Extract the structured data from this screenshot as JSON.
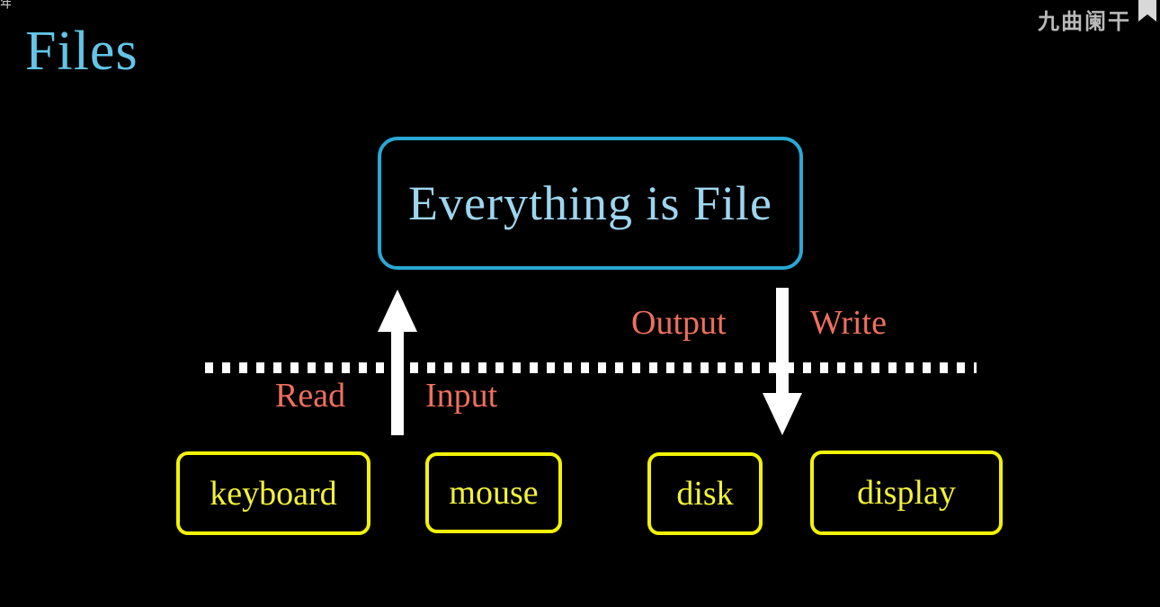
{
  "slide": {
    "background_color": "#000000",
    "title": "Files",
    "title_color": "#63c5e8"
  },
  "corner": {
    "glyph": "年"
  },
  "watermark": {
    "text": "九曲阑干",
    "color": "#b9b9b9",
    "mark_icon": "bookmark-icon"
  },
  "diagram": {
    "top_node": {
      "label": "Everything is File",
      "border_color": "#29a8d4",
      "text_color": "#9ed5ef"
    },
    "divider": {
      "style": "dotted",
      "color": "#ffffff"
    },
    "arrows": [
      {
        "name": "input-arrow",
        "direction": "up",
        "color": "#ffffff",
        "labels": [
          "Read",
          "Input"
        ]
      },
      {
        "name": "output-arrow",
        "direction": "down",
        "color": "#ffffff",
        "labels": [
          "Output",
          "Write"
        ]
      }
    ],
    "edge_labels": {
      "read": "Read",
      "input": "Input",
      "output": "Output",
      "write": "Write",
      "color": "#ef6f5e"
    },
    "devices": [
      {
        "label": "keyboard",
        "kind": "input"
      },
      {
        "label": "mouse",
        "kind": "input"
      },
      {
        "label": "disk",
        "kind": "output"
      },
      {
        "label": "display",
        "kind": "output"
      }
    ],
    "device_border_color": "#f2f207",
    "device_text_color": "#f2f23a"
  }
}
